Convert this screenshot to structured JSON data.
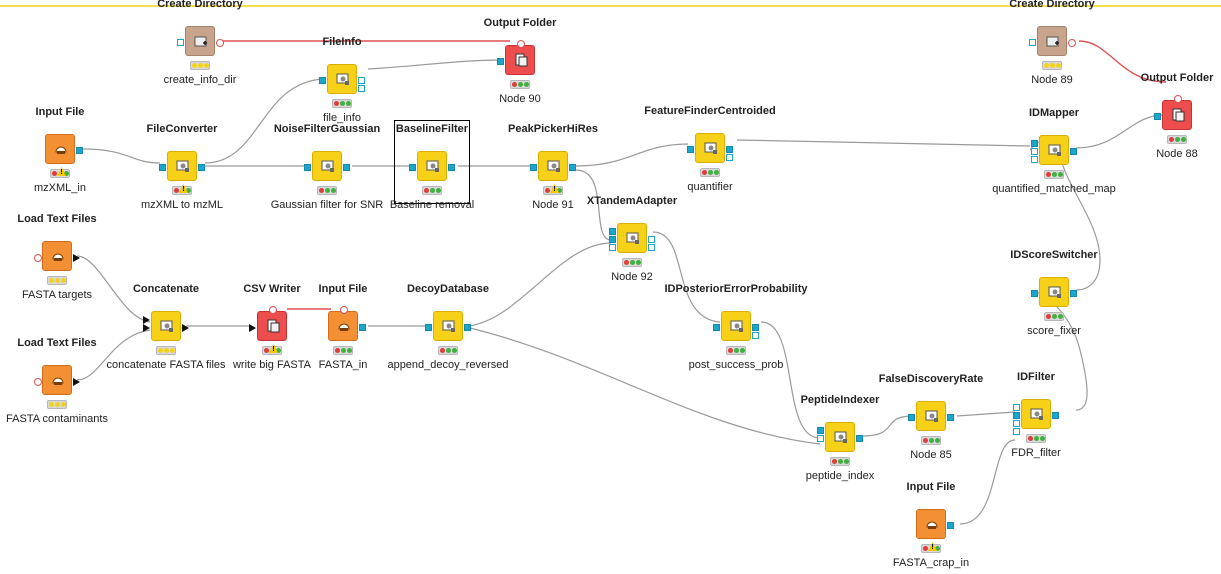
{
  "workflow": {
    "nodes": [
      {
        "id": "create_dir_1",
        "title": "Create Directory",
        "label": "create_info_dir",
        "color": "brown",
        "status": "yyy",
        "warn": false
      },
      {
        "id": "fileinfo",
        "title": "FileInfo",
        "label": "file_info",
        "color": "yellow",
        "status": "rgg",
        "warn": false
      },
      {
        "id": "output_folder_1",
        "title": "Output Folder",
        "label": "Node 90",
        "color": "red",
        "status": "rgg",
        "warn": false
      },
      {
        "id": "create_dir_2",
        "title": "Create Directory",
        "label": "Node 89",
        "color": "brown",
        "status": "yyy",
        "warn": false
      },
      {
        "id": "output_folder_2",
        "title": "Output Folder",
        "label": "Node 88",
        "color": "red",
        "status": "rgg",
        "warn": false
      },
      {
        "id": "input_file_1",
        "title": "Input File",
        "label": "mzXML_in",
        "color": "orange",
        "status": "r!g",
        "warn": true
      },
      {
        "id": "fileconverter",
        "title": "FileConverter",
        "label": "mzXML to mzML",
        "color": "yellow",
        "status": "r!g",
        "warn": true
      },
      {
        "id": "noisefilter",
        "title": "NoiseFilterGaussian",
        "label": "Gaussian filter for SNR",
        "color": "yellow",
        "status": "rgg",
        "warn": false
      },
      {
        "id": "baselinefilter",
        "title": "BaselineFilter",
        "label": "Baseline removal",
        "color": "yellow",
        "status": "rgg",
        "warn": false
      },
      {
        "id": "peakpicker",
        "title": "PeakPickerHiRes",
        "label": "Node 91",
        "color": "yellow",
        "status": "r!g",
        "warn": true
      },
      {
        "id": "featurefinder",
        "title": "FeatureFinderCentroided",
        "label": "quantifier",
        "color": "yellow",
        "status": "rgg",
        "warn": false
      },
      {
        "id": "idmapper",
        "title": "IDMapper",
        "label": "quantified_matched_map",
        "color": "yellow",
        "status": "rgg",
        "warn": false
      },
      {
        "id": "xtandem",
        "title": "XTandemAdapter",
        "label": "Node 92",
        "color": "yellow",
        "status": "rgg",
        "warn": false
      },
      {
        "id": "load_text_1",
        "title": "Load Text Files",
        "label": "FASTA targets",
        "color": "orange",
        "status": "yyy",
        "warn": false
      },
      {
        "id": "load_text_2",
        "title": "Load Text Files",
        "label": "FASTA contaminants",
        "color": "orange",
        "status": "yyy",
        "warn": false
      },
      {
        "id": "concatenate",
        "title": "Concatenate",
        "label": "concatenate FASTA files",
        "color": "yellow",
        "status": "yyy",
        "warn": false
      },
      {
        "id": "csvwriter",
        "title": "CSV Writer",
        "label": "write big FASTA",
        "color": "red",
        "status": "r!g",
        "warn": true
      },
      {
        "id": "input_file_2",
        "title": "Input File",
        "label": "FASTA_in",
        "color": "orange",
        "status": "rgg",
        "warn": false
      },
      {
        "id": "decoydb",
        "title": "DecoyDatabase",
        "label": "append_decoy_reversed",
        "color": "yellow",
        "status": "rgg",
        "warn": false
      },
      {
        "id": "idposterior",
        "title": "IDPosteriorErrorProbability",
        "label": "post_success_prob",
        "color": "yellow",
        "status": "rgg",
        "warn": false
      },
      {
        "id": "idscoreswitcher",
        "title": "IDScoreSwitcher",
        "label": "score_fixer",
        "color": "yellow",
        "status": "rgg",
        "warn": false
      },
      {
        "id": "peptideindexer",
        "title": "PeptideIndexer",
        "label": "peptide_index",
        "color": "yellow",
        "status": "rgg",
        "warn": false
      },
      {
        "id": "fdr",
        "title": "FalseDiscoveryRate",
        "label": "Node 85",
        "color": "yellow",
        "status": "rgg",
        "warn": false
      },
      {
        "id": "idfilter",
        "title": "IDFilter",
        "label": "FDR_filter",
        "color": "yellow",
        "status": "rgg",
        "warn": false
      },
      {
        "id": "input_file_3",
        "title": "Input File",
        "label": "FASTA_crap_in",
        "color": "orange",
        "status": "r!g",
        "warn": true
      }
    ]
  },
  "colors": {
    "accent_yellow": "#f7d117",
    "source_orange": "#f49034",
    "sink_red": "#ee4d4d",
    "flow_red": "#e05050",
    "port_blue": "#1ba5cf"
  }
}
